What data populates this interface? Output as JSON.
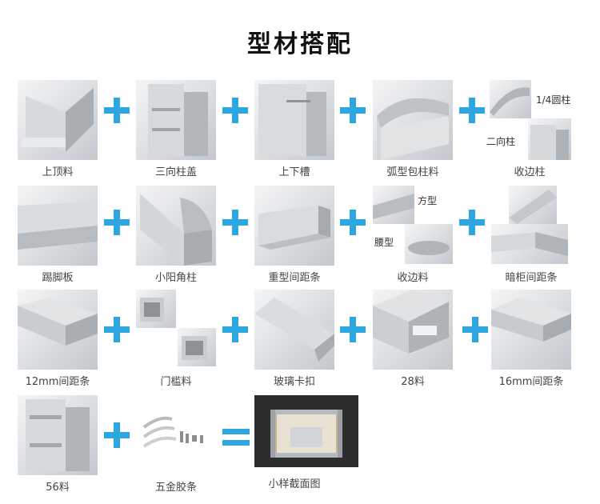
{
  "title": "型材搭配",
  "items": [
    {
      "label": "上顶料"
    },
    {
      "label": "三向柱盖"
    },
    {
      "label": "上下槽"
    },
    {
      "label": "弧型包柱料"
    },
    {
      "label": "收边柱",
      "tags": [
        "1/4圆柱",
        "二向柱"
      ]
    },
    {
      "label": "踢脚板"
    },
    {
      "label": "小阳角柱"
    },
    {
      "label": "重型间距条"
    },
    {
      "label": "收边料",
      "tags": [
        "方型",
        "腰型"
      ]
    },
    {
      "label": "暗柜间距条"
    },
    {
      "label": "12mm间距条"
    },
    {
      "label": "门槛料"
    },
    {
      "label": "玻璃卡扣"
    },
    {
      "label": "28料"
    },
    {
      "label": "16mm间距条"
    },
    {
      "label": "56料"
    },
    {
      "label": "五金胶条"
    },
    {
      "label": "小样截面图"
    }
  ],
  "colors": {
    "accent": "#2ea7e0"
  }
}
